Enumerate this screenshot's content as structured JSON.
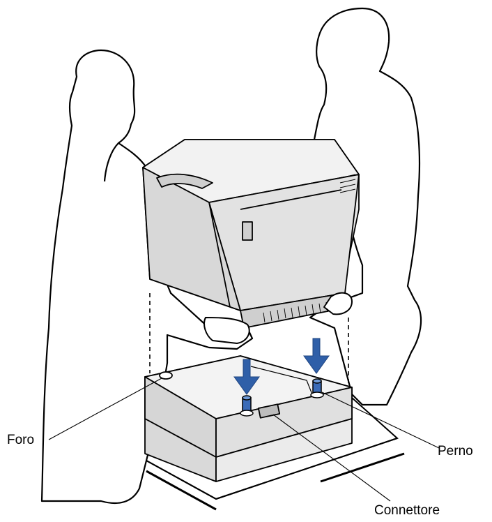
{
  "labels": {
    "hole": "Foro",
    "pin": "Perno",
    "connector": "Connettore"
  },
  "colors": {
    "arrow": "#2f5fa8",
    "pin_blue": "#3a6bb8",
    "printer_body": "#e9e9e9",
    "printer_shade": "#d4d4d4",
    "outline": "#000000"
  },
  "icons": {
    "arrow": "down-arrow-icon"
  }
}
